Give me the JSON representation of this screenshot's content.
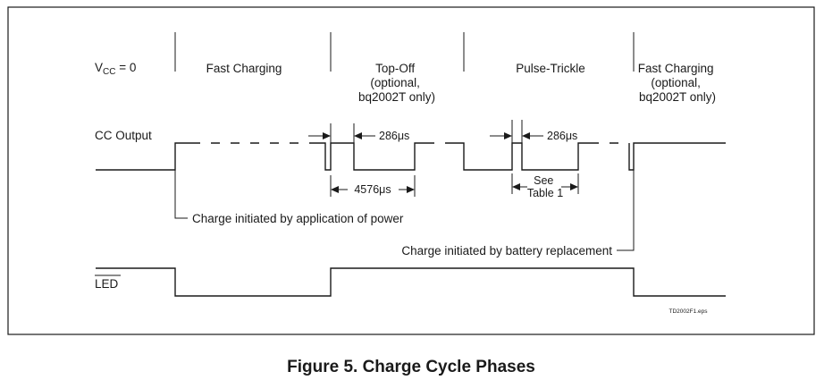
{
  "phases": {
    "vcc_prefix": "V",
    "vcc_subscript": "CC",
    "vcc_suffix": " = 0",
    "fast_charging": "Fast Charging",
    "top_off": [
      "Top-Off",
      "(optional,",
      "bq2002T only)"
    ],
    "pulse_trickle": "Pulse-Trickle",
    "fast_charging_end": [
      "Fast Charging",
      "(optional,",
      "bq2002T only)"
    ]
  },
  "signals": {
    "cc_output": "CC Output",
    "led": "LED"
  },
  "timing": {
    "pulse_width_1": "286μs",
    "pulse_width_2": "286μs",
    "period": "4576μs",
    "see_table": [
      "See",
      "Table 1"
    ]
  },
  "annotations": {
    "power_init": "Charge initiated by application of power",
    "battery_init": "Charge initiated by battery replacement"
  },
  "file_tag": "TD2002F1.eps",
  "caption": "Figure 5. Charge Cycle Phases"
}
